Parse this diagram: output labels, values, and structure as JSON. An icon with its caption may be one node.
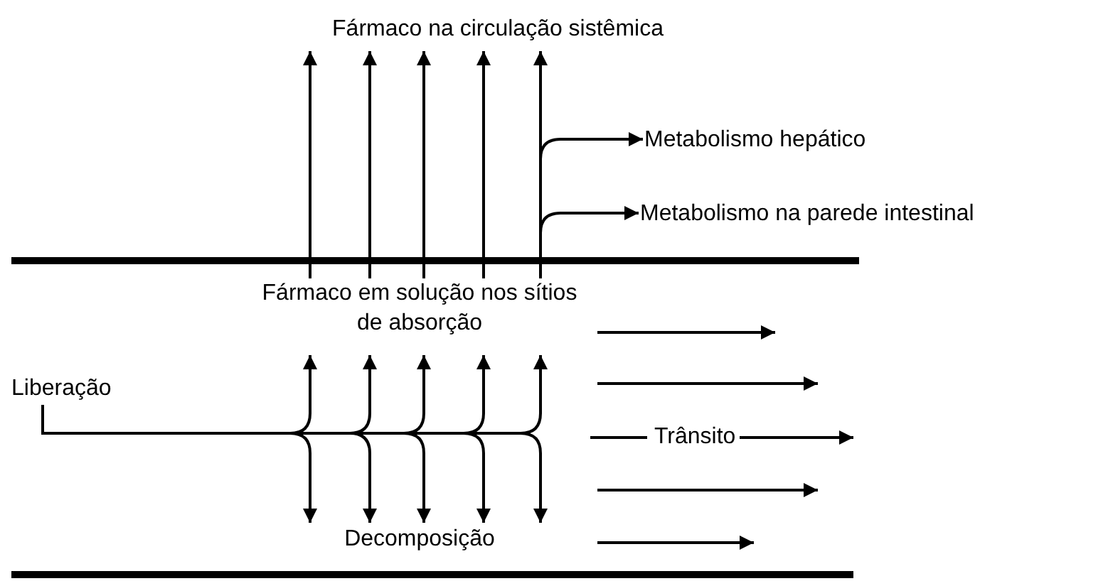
{
  "diagram": {
    "nodes": [
      {
        "text": [
          "Fármaco na circulação sistêmica"
        ]
      },
      {
        "text": [
          "Metabolismo hepático"
        ]
      },
      {
        "text": [
          "Metabolismo na parede intestinal"
        ]
      },
      {
        "text": [
          "Fármaco em solução nos sítios de absorção"
        ]
      },
      {
        "text": [
          "Liberação"
        ]
      },
      {
        "text": [
          "Decomposição"
        ]
      }
    ],
    "edges": [
      {
        "from": 3,
        "to": 0,
        "arrow": "to"
      },
      {
        "from": 3,
        "to": 0,
        "arrow": "to"
      },
      {
        "from": 3,
        "to": 0,
        "arrow": "to"
      },
      {
        "from": 3,
        "to": 0,
        "arrow": "to"
      },
      {
        "from": 3,
        "to": 0,
        "arrow": "to"
      },
      {
        "from": 3,
        "to": 1,
        "arrow": "to"
      },
      {
        "from": 3,
        "to": 2,
        "arrow": "to"
      },
      {
        "from": 4,
        "to": 3,
        "arrow": "to"
      },
      {
        "from": 4,
        "to": 3,
        "arrow": "to"
      },
      {
        "from": 4,
        "to": 3,
        "arrow": "to"
      },
      {
        "from": 4,
        "to": 3,
        "arrow": "to"
      },
      {
        "from": 4,
        "to": 3,
        "arrow": "to"
      },
      {
        "from": 4,
        "to": 5,
        "arrow": "to"
      },
      {
        "from": 4,
        "to": 5,
        "arrow": "to"
      },
      {
        "from": 4,
        "to": 5,
        "arrow": "to"
      },
      {
        "from": 4,
        "to": 5,
        "arrow": "to"
      },
      {
        "from": 4,
        "to": 5,
        "arrow": "to"
      }
    ],
    "labels": [
      "Trânsito"
    ]
  }
}
